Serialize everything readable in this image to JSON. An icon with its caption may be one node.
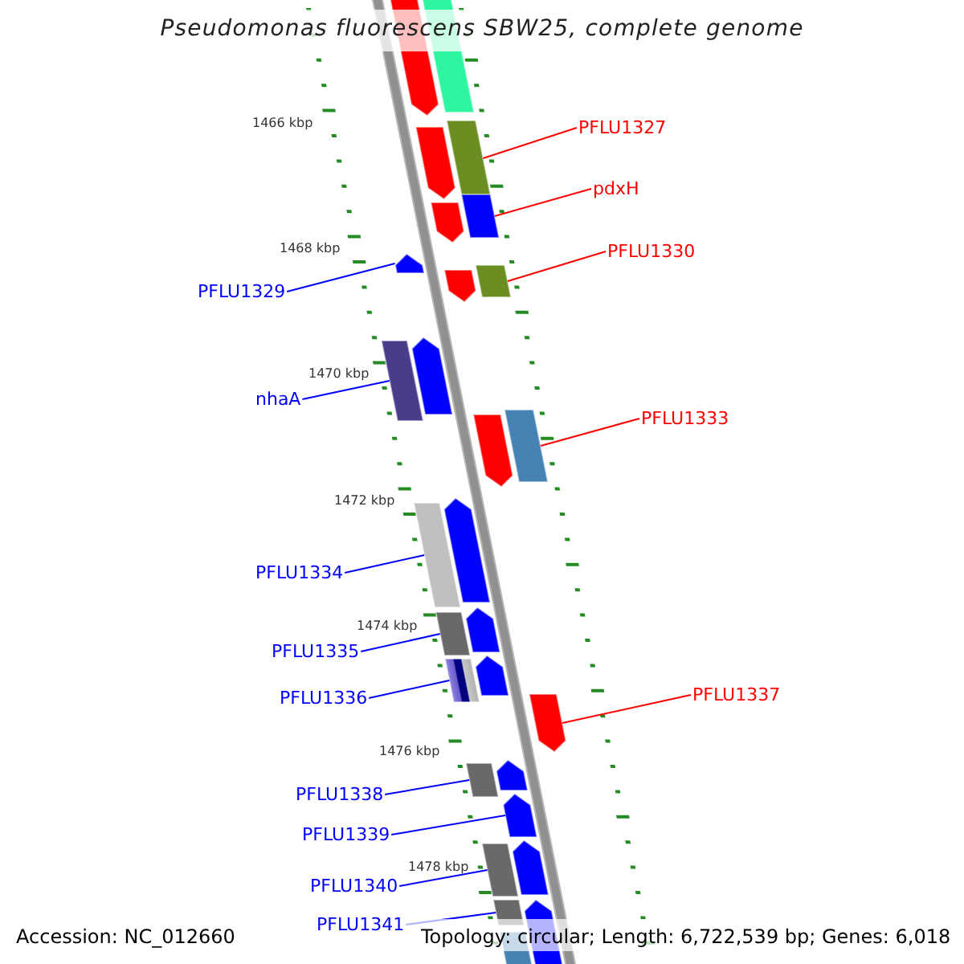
{
  "diagram": {
    "title": "Pseudomonas fluorescens SBW25, complete genome",
    "nodes": [
      {
        "text": [
          "PFLU1327"
        ]
      },
      {
        "text": [],
        "shape": "box"
      },
      {
        "text": [
          "pdxH"
        ]
      },
      {
        "text": [],
        "shape": "box"
      },
      {
        "text": [
          "PFLU1330"
        ]
      },
      {
        "text": [],
        "shape": "box"
      },
      {
        "text": [
          "PFLU1329"
        ]
      },
      {
        "text": [],
        "shape": "arrow"
      },
      {
        "text": [
          "nhaA"
        ]
      },
      {
        "text": [],
        "shape": "box"
      },
      {
        "text": [
          "PFLU1333"
        ]
      },
      {
        "text": [],
        "shape": "box"
      },
      {
        "text": [
          "PFLU1334"
        ]
      },
      {
        "text": [],
        "shape": "box"
      },
      {
        "text": [
          "PFLU1335"
        ]
      },
      {
        "text": [],
        "shape": "box"
      },
      {
        "text": [
          "PFLU1336"
        ]
      },
      {
        "text": [],
        "shape": "box"
      },
      {
        "text": [
          "PFLU1337"
        ]
      },
      {
        "text": [],
        "shape": "arrow"
      },
      {
        "text": [
          "PFLU1338"
        ]
      },
      {
        "text": [],
        "shape": "box"
      },
      {
        "text": [
          "PFLU1339"
        ]
      },
      {
        "text": [],
        "shape": "arrow"
      },
      {
        "text": [
          "PFLU1340"
        ]
      },
      {
        "text": [],
        "shape": "box"
      },
      {
        "text": [
          "PFLU1341"
        ]
      },
      {
        "text": [],
        "shape": "box"
      }
    ],
    "edges": [
      {
        "from": 0,
        "to": 1,
        "arrow": "none",
        "color": "#ff0000"
      },
      {
        "from": 2,
        "to": 3,
        "arrow": "none",
        "color": "#ff0000"
      },
      {
        "from": 4,
        "to": 5,
        "arrow": "none",
        "color": "#ff0000"
      },
      {
        "from": 6,
        "to": 7,
        "arrow": "none"
      },
      {
        "from": 8,
        "to": 9,
        "arrow": "none"
      },
      {
        "from": 10,
        "to": 11,
        "arrow": "none",
        "color": "#ff0000"
      },
      {
        "from": 12,
        "to": 13,
        "arrow": "none"
      },
      {
        "from": 14,
        "to": 15,
        "arrow": "none"
      },
      {
        "from": 16,
        "to": 17,
        "arrow": "none"
      },
      {
        "from": 18,
        "to": 19,
        "arrow": "none",
        "color": "#ff0000"
      },
      {
        "from": 20,
        "to": 21,
        "arrow": "none"
      },
      {
        "from": 22,
        "to": 23,
        "arrow": "none"
      },
      {
        "from": 24,
        "to": 25,
        "arrow": "none"
      },
      {
        "from": 26,
        "to": 27,
        "arrow": "none"
      }
    ],
    "labels": [
      "1466 kbp",
      "1468 kbp",
      "1470 kbp",
      "1472 kbp",
      "1474 kbp",
      "1476 kbp",
      "1478 kbp",
      "Accession: NC_012660",
      "Topology: circular; Length: 6,722,539 bp; Genes: 6,018"
    ]
  }
}
